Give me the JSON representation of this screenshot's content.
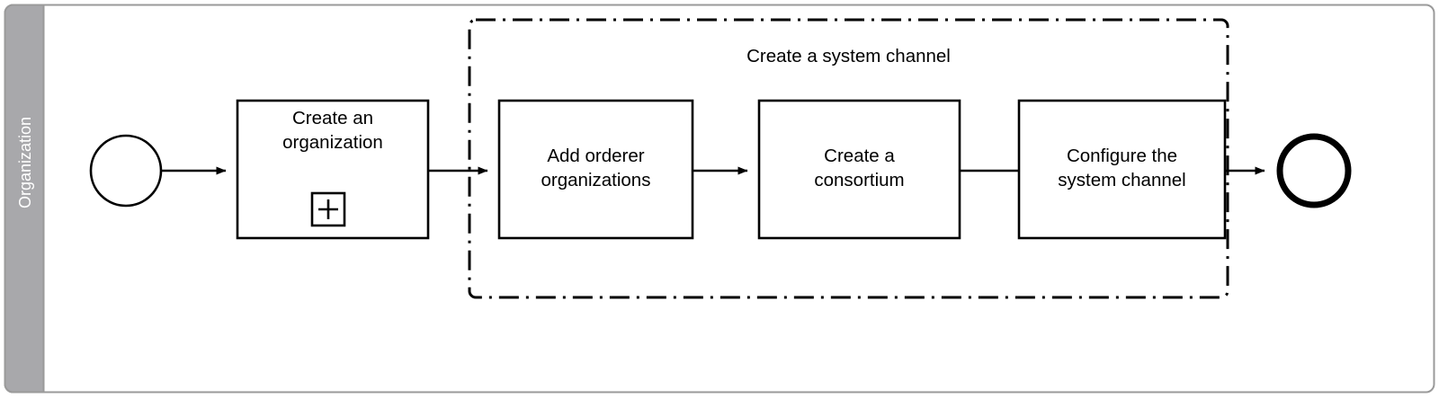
{
  "diagram": {
    "type": "bpmn-process",
    "pool": {
      "lane_label": "Organization",
      "lane_header_color": "#A8A8AB",
      "lane_text_color": "#FFFFFF",
      "border_color": "#9A9A9A",
      "background": "#FFFFFF"
    },
    "events": [
      {
        "id": "start-event",
        "kind": "start",
        "label": "",
        "stroke_width": 2
      },
      {
        "id": "end-event",
        "kind": "end",
        "label": "",
        "stroke_width": 7
      }
    ],
    "tasks": [
      {
        "id": "task-create-an-organization",
        "label": "Create an\norganization",
        "marker": "collapsed-subprocess-plus"
      },
      {
        "id": "task-add-orderer-organizations",
        "label": "Add orderer\norganizations",
        "marker": "none"
      },
      {
        "id": "task-create-a-consortium",
        "label": "Create a\nconsortium",
        "marker": "none"
      },
      {
        "id": "task-configure-the-system-channel",
        "label": "Configure the\nsystem channel",
        "marker": "none"
      }
    ],
    "group": {
      "id": "group-create-a-system-channel",
      "label": "Create a system channel",
      "border_style": "dash-dot",
      "stroke_color": "#000000"
    },
    "flows": [
      {
        "id": "flow-start-to-create-org",
        "from": "start-event",
        "to": "task-create-an-organization"
      },
      {
        "id": "flow-create-org-to-add-orderer",
        "from": "task-create-an-organization",
        "to": "task-add-orderer-organizations"
      },
      {
        "id": "flow-add-orderer-to-consortium",
        "from": "task-add-orderer-organizations",
        "to": "task-create-a-consortium"
      },
      {
        "id": "flow-consortium-to-configure",
        "from": "task-create-a-consortium",
        "to": "task-configure-the-system-channel"
      },
      {
        "id": "flow-configure-to-end",
        "from": "task-configure-the-system-channel",
        "to": "end-event"
      }
    ]
  }
}
